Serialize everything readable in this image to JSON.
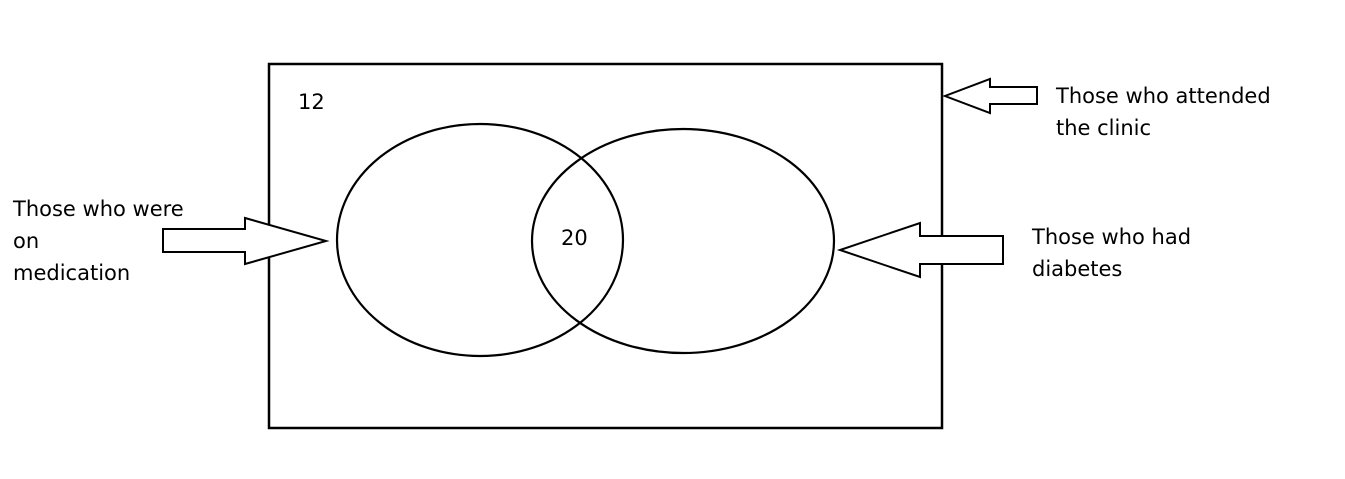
{
  "diagram": {
    "outside_count": "12",
    "intersection_count": "20",
    "labels": {
      "universal": [
        "Those who attended",
        "the clinic"
      ],
      "medication": [
        "Those who were",
        "on",
        "medication"
      ],
      "diabetes": [
        "Those who had",
        "diabetes"
      ]
    }
  }
}
